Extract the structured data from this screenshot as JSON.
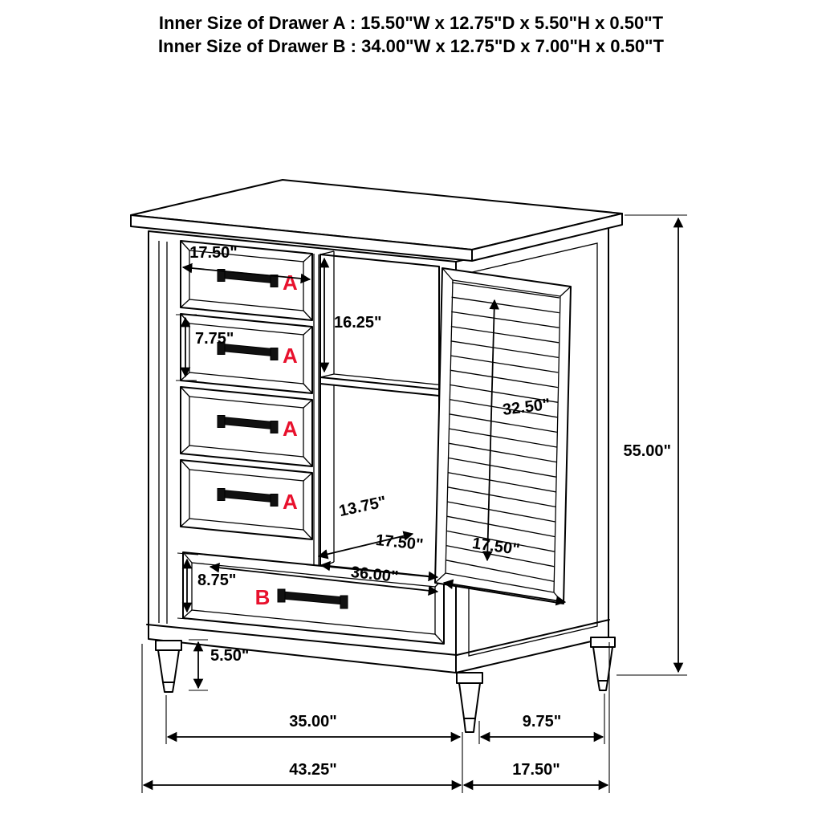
{
  "header": {
    "drawer_a_line": "Inner Size of Drawer A : 15.50\"W x 12.75\"D x 5.50\"H x 0.50\"T",
    "drawer_b_line": "Inner Size of Drawer B : 34.00\"W x 12.75\"D x 7.00\"H x 0.50\"T"
  },
  "drawing": {
    "drawer_letter_a": "A",
    "drawer_letter_b": "B",
    "colors": {
      "line": "#000000",
      "letter_red": "#e8112d",
      "background": "#ffffff"
    },
    "dimensions": {
      "top_drawer_width": "17.50\"",
      "upper_opening_height": "16.25\"",
      "side_drawer_height": "7.75\"",
      "door_height": "32.50\"",
      "overall_height": "55.00\"",
      "shelf_depth": "13.75\"",
      "opening_width": "17.50\"",
      "door_width": "17.50\"",
      "drawer_b_front_height": "8.75\"",
      "drawer_b_width": "36.00\"",
      "foot_height": "5.50\"",
      "feet_span_width": "35.00\"",
      "feet_span_depth": "9.75\"",
      "overall_width": "43.25\"",
      "overall_depth": "17.50\""
    }
  }
}
